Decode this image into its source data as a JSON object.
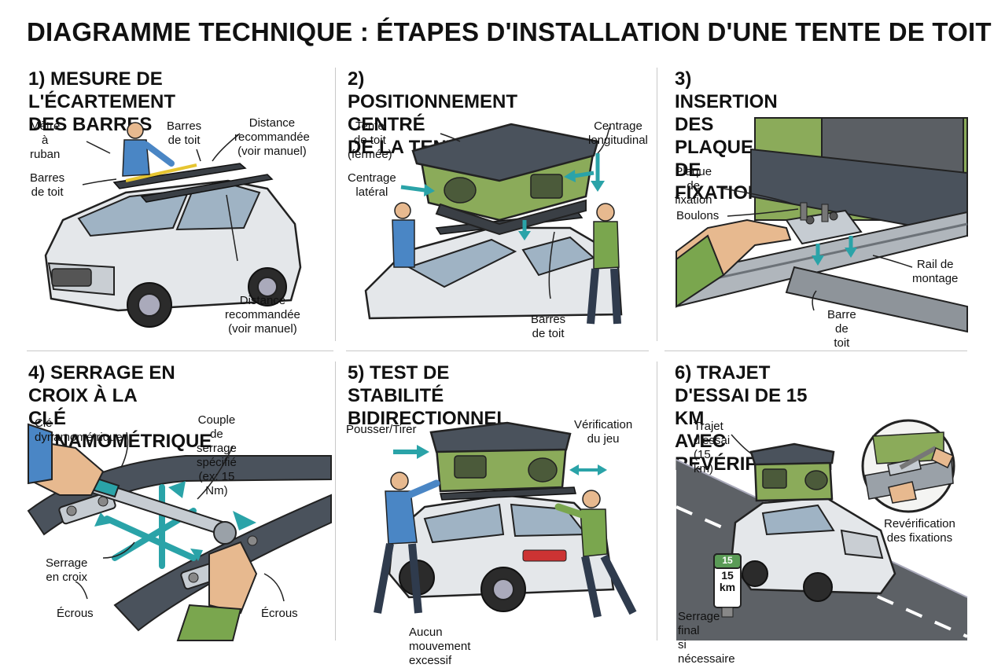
{
  "title": "DIAGRAMME TECHNIQUE : ÉTAPES D'INSTALLATION D'UNE TENTE DE TOIT",
  "panels": [
    {
      "title": "1) MESURE DE L'ÉCARTEMENT\n    DES BARRES",
      "labels": [
        "Mètre à\nruban",
        "Barres\nde toit",
        "Distance\nrecommandée\n(voir manuel)",
        "Barres\nde toit",
        "Distance\nrecommandée\n(voir manuel)"
      ]
    },
    {
      "title": "2) POSITIONNEMENT CENTRÉ\n    DE LA TENTE",
      "labels": [
        "Tente de toit\n(fermée)",
        "Centrage\nlongitudinal",
        "Centrage\nlatéral",
        "Barres\nde toit"
      ]
    },
    {
      "title": "3) INSERTION DES PLAQUES\n    DE FIXATION",
      "labels": [
        "Plaque de\nfixation",
        "Boulons",
        "Rail de\nmontage",
        "Barre\nde toit"
      ]
    },
    {
      "title": "4) SERRAGE EN CROIX À LA\n    CLÉ DYNAMOMÉTRIQUE",
      "labels": [
        "Clé dynamométrique",
        "Couple de serrage\nspécifié (ex: 15 Nm)",
        "Serrage\nen croix",
        "Écrous",
        "Écrous"
      ]
    },
    {
      "title": "5) TEST DE STABILITÉ\n    BIDIRECTIONNEL",
      "labels": [
        "Pousser/Tirer",
        "Vérification\ndu jeu",
        "Aucun mouvement excessif"
      ]
    },
    {
      "title": "6) TRAJET D'ESSAI DE 15 KM\n    AVEC REVÉRIFICATION",
      "labels": [
        "Trajet d'essai (15 km)",
        "Revérification\ndes fixations",
        "Serrage final\nsi nécessaire"
      ],
      "sign_top": "15",
      "sign_main": "15\nkm"
    }
  ],
  "colors": {
    "tent_green": "#8bab5a",
    "tent_shell": "#4a525c",
    "arrow_teal": "#2aa3a8",
    "shirt_blue": "#4a86c5",
    "shirt_green": "#7aa64e",
    "car_body": "#e4e7ea",
    "road": "#5d6166"
  }
}
